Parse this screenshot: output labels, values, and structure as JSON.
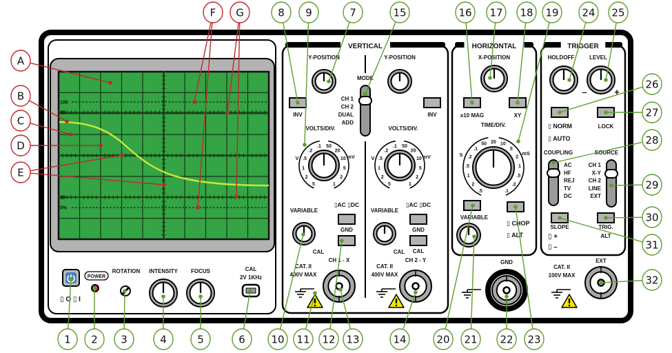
{
  "titles": {
    "vertical": "VERTICAL",
    "horizontal": "HORIZONTAL",
    "trigger": "TRIGGER"
  },
  "screen": {
    "labels": [
      "100",
      "90",
      "10",
      "0%"
    ]
  },
  "front": {
    "power_label": "POWER",
    "off_on": "▯ O ▯ I",
    "rotation": "ROTATION",
    "intensity": "INTENSITY",
    "focus": "FOCUS",
    "cal": "CAL",
    "cal_spec": "2V  1KHz"
  },
  "vertical": {
    "mode_label": "MODE",
    "mode_options": [
      "CH 1",
      "CH 2",
      "DUAL",
      "ADD"
    ],
    "volts_scale": [
      "5",
      "2",
      "1",
      ".5",
      ".2",
      ".1",
      "50",
      "20",
      "10",
      "5",
      "2",
      "1"
    ],
    "volts_units": [
      "V",
      "mV"
    ],
    "ch1": {
      "ypos": "Y-POSITION",
      "inv": "INV",
      "volts": "VOLTS/DIV.",
      "variable": "VARIABLE",
      "cal": "CAL",
      "acdc": "▯AC ▯DC",
      "gnd": "GND",
      "input": "CH 1 - X",
      "cat": "CAT. II",
      "max": "400V MAX"
    },
    "ch2": {
      "ypos": "Y-POSITION",
      "inv": "INV",
      "volts": "VOLTS/DIV.",
      "variable": "VARIABLE",
      "cal": "CAL",
      "acdc": "▯AC ▯DC",
      "gnd": "GND",
      "cal_btn": "CAL",
      "input": "CH 2 - Y",
      "cat": "CAT. II",
      "max": "400V MAX"
    }
  },
  "horizontal": {
    "xpos": "X-POSITION",
    "x10": "x10 MAG",
    "xy": "XY",
    "time": "TIME/DIV.",
    "time_scale": [
      ".5",
      "2",
      "1",
      ".5",
      ".2",
      ".1",
      "50",
      "20",
      "10",
      "5",
      "2",
      "1",
      ".5",
      ".2",
      ".1"
    ],
    "time_units": [
      "S",
      "mS"
    ],
    "variable": "VARIABLE",
    "chop": "▯ CHOP",
    "alt": "▯ ALT",
    "gnd": "GND"
  },
  "trigger": {
    "holdoff": "HOLDOFF",
    "level": "LEVEL",
    "minus": "–",
    "plus": "+",
    "norm": "▯ NORM",
    "auto": "▯ AUTO",
    "lock": "LOCK",
    "coupling": "COUPLING",
    "coupling_options": [
      "AC",
      "HF",
      "REJ",
      "TV",
      "DC"
    ],
    "source": "SOURCE",
    "source_options": [
      "CH 1",
      "X-Y",
      "CH 2",
      "LINE",
      "EXT"
    ],
    "slope": "SLOPE",
    "slope_plus": "▯ +",
    "slope_minus": "▯ –",
    "trig": "TRIG.",
    "alt": "ALT",
    "ext": "EXT",
    "cat": "CAT. II",
    "max": "100V MAX"
  },
  "callouts": {
    "letters": [
      "A",
      "B",
      "C",
      "D",
      "E",
      "F",
      "G"
    ],
    "numbers": [
      "1",
      "2",
      "3",
      "4",
      "5",
      "6",
      "7",
      "8",
      "9",
      "10",
      "11",
      "12",
      "13",
      "14",
      "15",
      "16",
      "17",
      "18",
      "19",
      "20",
      "21",
      "22",
      "23",
      "24",
      "25",
      "26",
      "27",
      "28",
      "29",
      "30",
      "31",
      "32"
    ]
  },
  "colors": {
    "letter_callout": "#c1272d",
    "number_callout": "#5e9e2e",
    "screen": "#34a445",
    "trace": "#c9e43a",
    "bezel": "#b3b3b3",
    "button": "#b3b3b3",
    "power": "#4a80c4",
    "warning": "#f2e600"
  }
}
